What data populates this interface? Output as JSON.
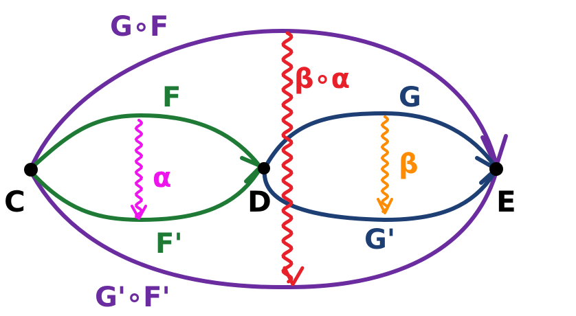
{
  "nodes": {
    "c": {
      "label": "C",
      "color": "#000000"
    },
    "d": {
      "label": "D",
      "color": "#000000"
    },
    "e": {
      "label": "E",
      "color": "#000000"
    }
  },
  "functors": {
    "f": {
      "label": "F",
      "color": "#1e7a35"
    },
    "f_prime": {
      "label": "F'",
      "color": "#1e7a35"
    },
    "g": {
      "label": "G",
      "color": "#1e3f74"
    },
    "g_prime": {
      "label": "G'",
      "color": "#1e3f74"
    },
    "gof": {
      "label": "G∘F",
      "color": "#6a2c9e"
    },
    "gof_prime": {
      "label": "G'∘F'",
      "color": "#6a2c9e"
    }
  },
  "transformations": {
    "alpha": {
      "label": "α",
      "color": "#ee14ee"
    },
    "beta": {
      "label": "β",
      "color": "#ff8c00"
    },
    "beta_o_alpha": {
      "label": "β∘α",
      "color": "#e8202a"
    }
  }
}
